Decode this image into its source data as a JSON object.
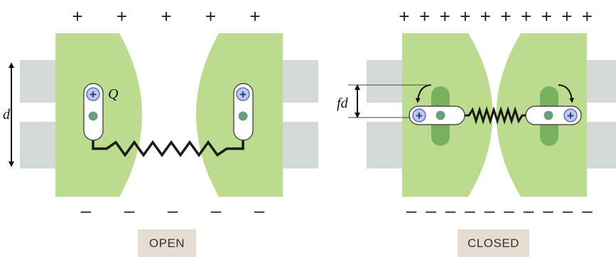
{
  "colors": {
    "plate": "#bcdb8e",
    "plate_stroke": "#8aa96c",
    "electrode_bar": "#d3dad5",
    "charge_blue": "#b8c8f0",
    "charge_outline": "#5561a6",
    "dot_green": "#6a9e7d",
    "slot_dark_green": "#78b060",
    "spring": "#1a1a1a",
    "label_bg": "#e5ddd2"
  },
  "open_state": {
    "label": "OPEN",
    "top_charges": [
      "+",
      "+",
      "+",
      "+",
      "+"
    ],
    "bottom_charges": [
      "–",
      "–",
      "–",
      "–",
      "–"
    ],
    "charge_label": "Q",
    "distance_label": "d",
    "charge_symbol": "+"
  },
  "closed_state": {
    "label": "CLOSED",
    "top_charges": [
      "+",
      "+",
      "+",
      "+",
      "+",
      "+",
      "+",
      "+",
      "+",
      "+"
    ],
    "bottom_charges": [
      "–",
      "–",
      "–",
      "–",
      "–",
      "–",
      "–",
      "–",
      "–",
      "–"
    ],
    "distance_label_prefix": "f",
    "distance_label_var": "d",
    "charge_symbol": "+"
  },
  "icons": {
    "rotate_arrow": "curved-arrow-icon",
    "spring": "spring-icon",
    "double_arrow": "double-arrow-icon"
  }
}
